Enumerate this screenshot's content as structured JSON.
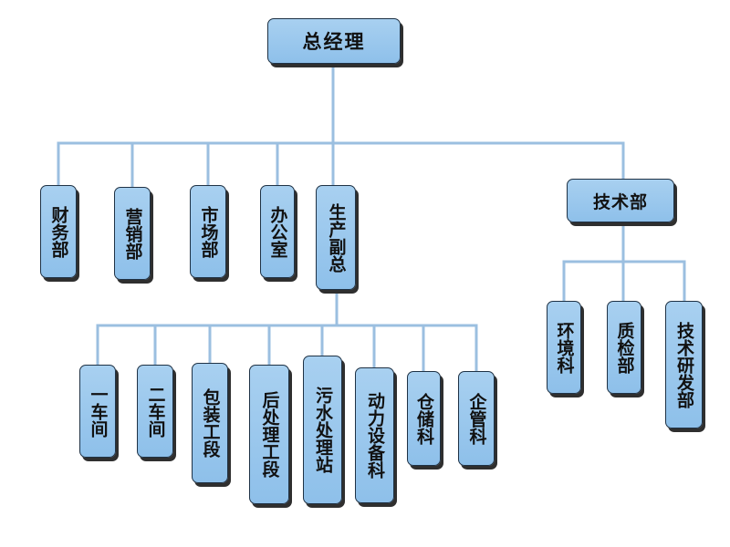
{
  "org_chart": {
    "root": "总经理",
    "departments": {
      "finance": "财务部",
      "sales": "营销部",
      "market": "市场部",
      "office": "办公室",
      "production_vp": "生产副总",
      "tech": "技术部"
    },
    "production_units": {
      "workshop1": "一车间",
      "workshop2": "二车间",
      "packaging": "包装工段",
      "post_processing": "后处理工段",
      "sewage": "污水处理站",
      "power_equipment": "动力设备科",
      "storage": "仓储科",
      "enterprise_mgmt": "企管科"
    },
    "tech_units": {
      "environment": "环境科",
      "quality": "质检部",
      "research": "技术研发部"
    }
  }
}
